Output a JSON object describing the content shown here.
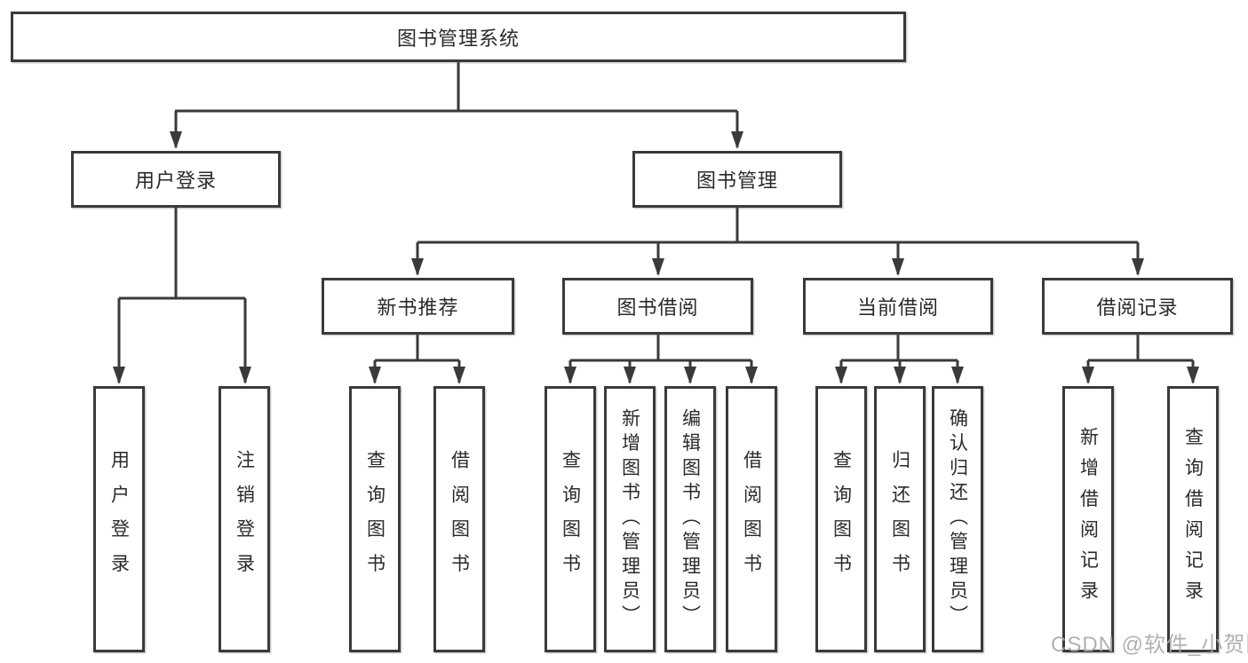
{
  "diagram": {
    "root": {
      "label": "图书管理系统"
    },
    "level2": [
      {
        "label": "用户登录"
      },
      {
        "label": "图书管理"
      }
    ],
    "level3": [
      {
        "label": "新书推荐"
      },
      {
        "label": "图书借阅"
      },
      {
        "label": "当前借阅"
      },
      {
        "label": "借阅记录"
      }
    ],
    "leaves": [
      {
        "label": "用户登录",
        "parent": "用户登录"
      },
      {
        "label": "注销登录",
        "parent": "用户登录"
      },
      {
        "label": "查询图书",
        "parent": "新书推荐"
      },
      {
        "label": "借阅图书",
        "parent": "新书推荐"
      },
      {
        "label": "查询图书",
        "parent": "图书借阅"
      },
      {
        "label": "新增图书（管理员）",
        "parent": "图书借阅"
      },
      {
        "label": "编辑图书（管理员）",
        "parent": "图书借阅"
      },
      {
        "label": "借阅图书",
        "parent": "图书借阅"
      },
      {
        "label": "查询图书",
        "parent": "当前借阅"
      },
      {
        "label": "归还图书",
        "parent": "当前借阅"
      },
      {
        "label": "确认归还（管理员）",
        "parent": "当前借阅"
      },
      {
        "label": "新增借阅记录",
        "parent": "借阅记录"
      },
      {
        "label": "查询借阅记录",
        "parent": "借阅记录"
      }
    ],
    "colors": {
      "line": "#3a3a3a",
      "text": "#2a2a2a",
      "box_background": "#ffffff",
      "page_background": "#ffffff",
      "watermark": "#a9a9a9"
    }
  },
  "watermark": {
    "text": "CSDN @软件_小贺同学"
  }
}
